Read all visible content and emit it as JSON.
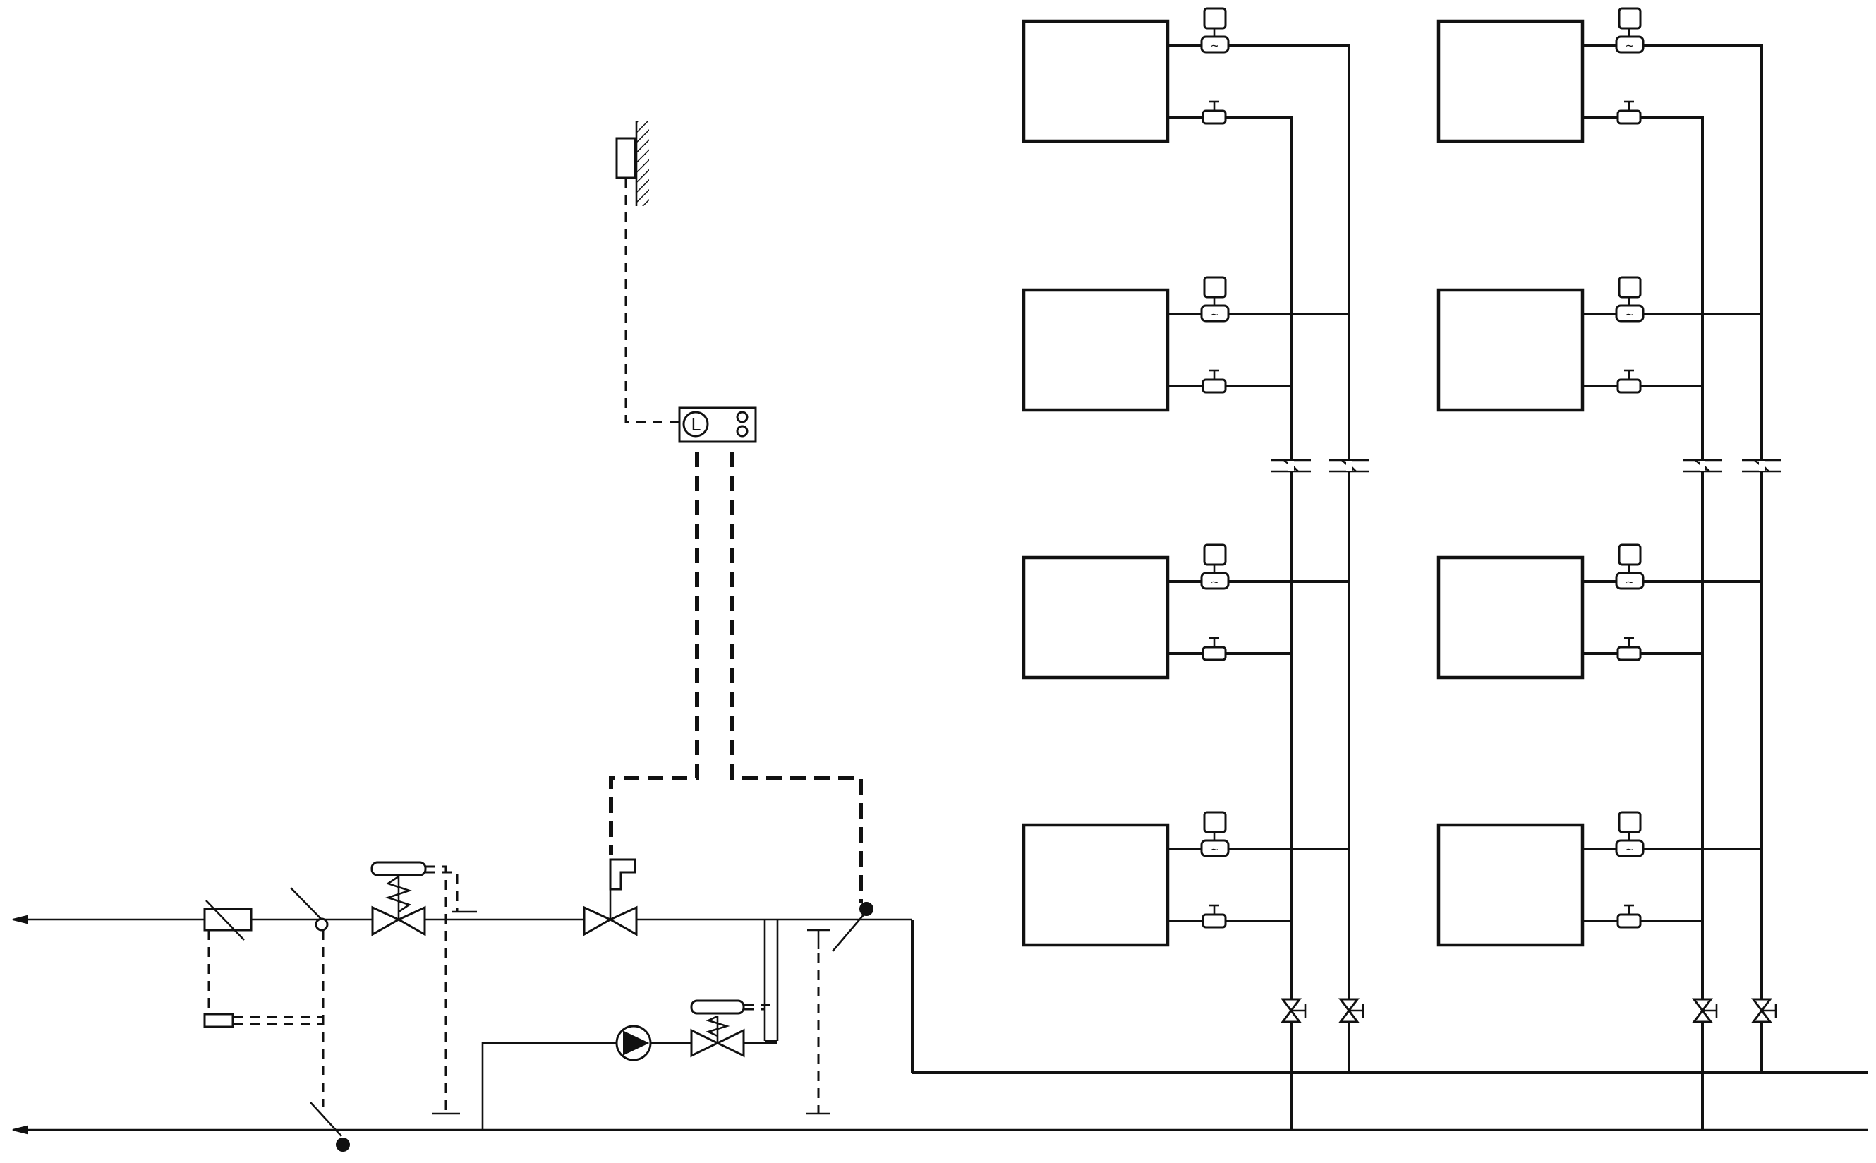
{
  "controller": {
    "indicator_letter": "L"
  },
  "thermostatic_valve_glyph": "~",
  "radiator_columns": [
    {
      "id": "left",
      "floors": 4
    },
    {
      "id": "right",
      "floors": 4
    }
  ],
  "icons": [
    "outdoor-temperature-sensor-icon",
    "weather-compensation-controller-icon",
    "dirt-strainer-icon",
    "non-return-valve-icon",
    "differential-pressure-regulator-icon",
    "motorized-control-valve-icon",
    "circulation-pump-icon",
    "thermostatic-radiator-valve-icon",
    "lockshield-valve-icon",
    "drain-valve-icon",
    "temperature-sensor-icon"
  ]
}
